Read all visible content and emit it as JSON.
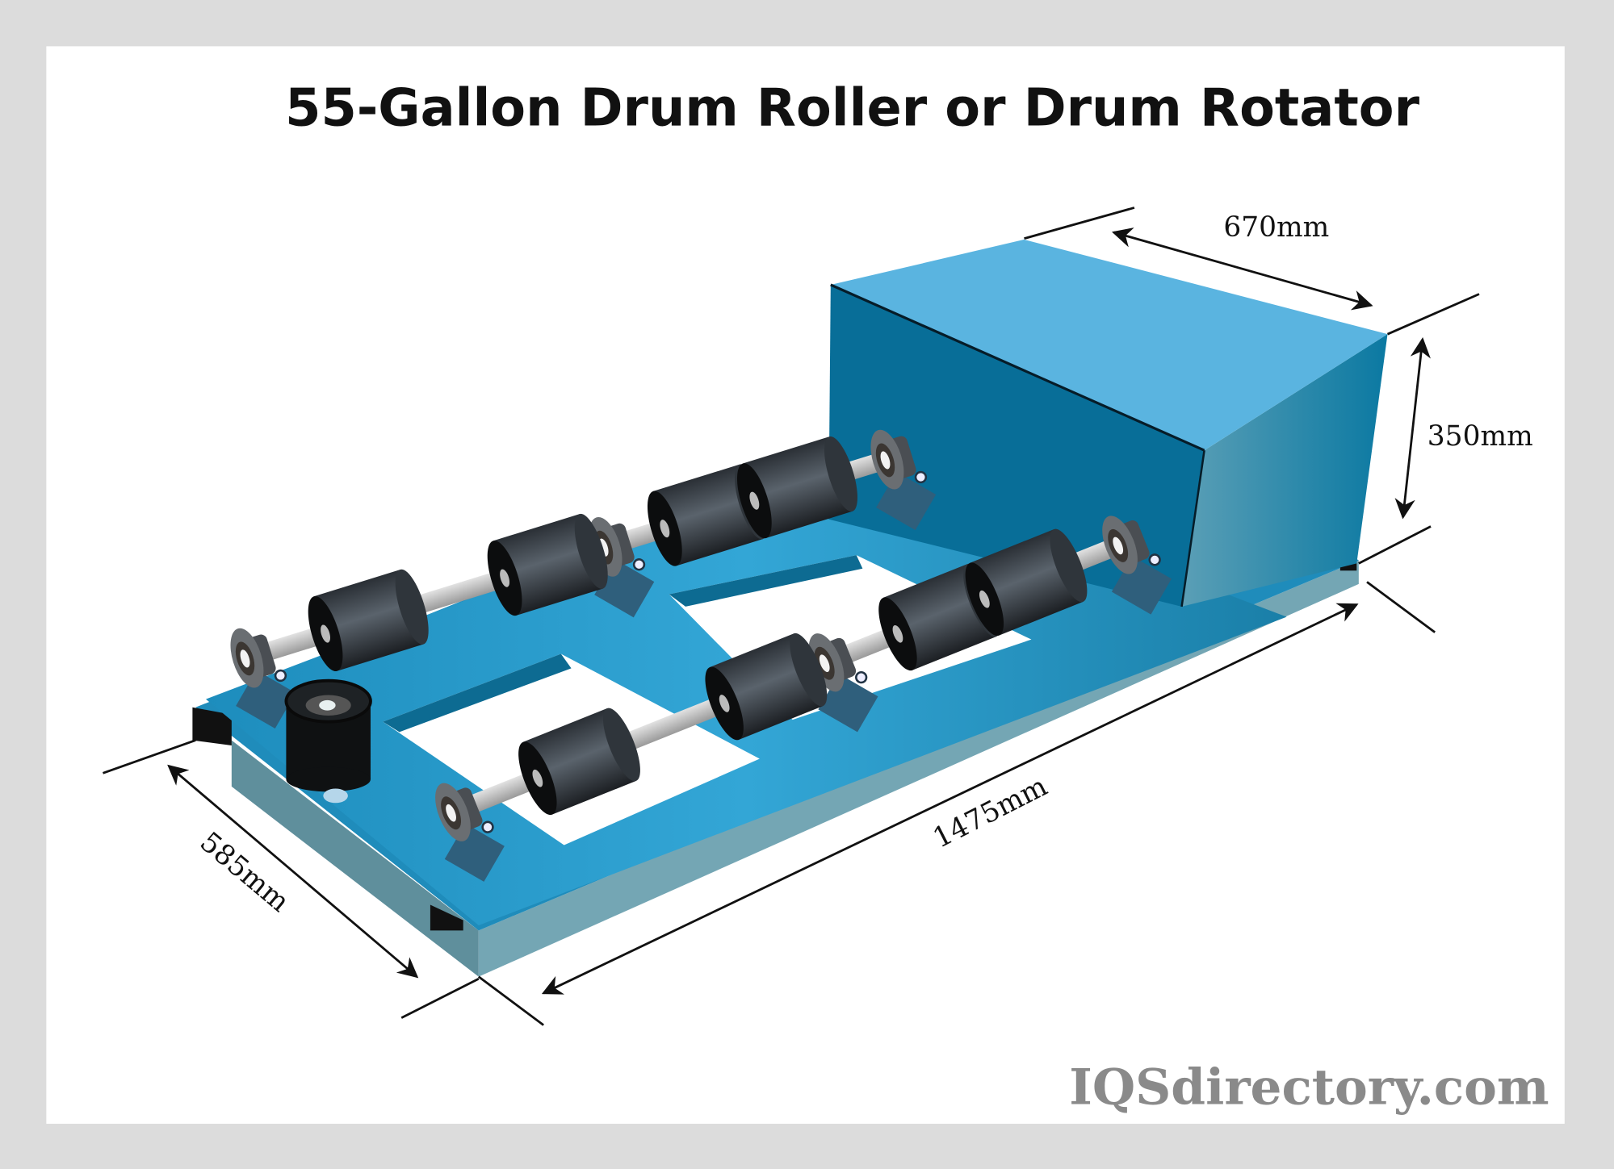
{
  "title": "55-Gallon Drum Roller or Drum Rotator",
  "dimensions": {
    "width_top": "670mm",
    "height": "350mm",
    "length": "1475mm",
    "depth": "585mm"
  },
  "watermark": "IQSdirectory.com",
  "colors": {
    "frame_border": "#dcdcdc",
    "background": "#ffffff",
    "box_top": "#5ab4e0",
    "box_front": "#086e98",
    "frame_blue": "#2ea3d3",
    "base_side": "#6fa3b3",
    "roller": "#3c434b",
    "shaft": "#c8c8c8",
    "watermark": "#8a8a8a"
  }
}
